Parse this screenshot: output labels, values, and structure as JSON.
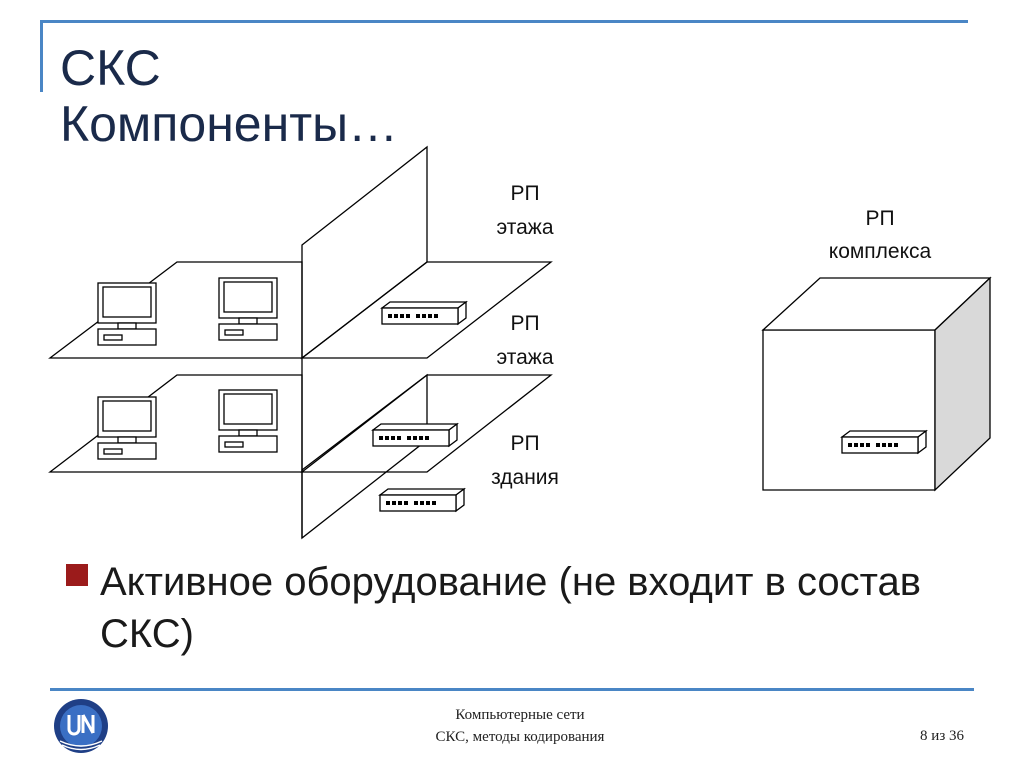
{
  "slide": {
    "title_line1": "СКС",
    "title_line2": "Компоненты…"
  },
  "diagram": {
    "labels": {
      "rp_floor_top_1": "РП",
      "rp_floor_top_2": "этажа",
      "rp_floor_mid_1": "РП",
      "rp_floor_mid_2": "этажа",
      "rp_building_1": "РП",
      "rp_building_2": "здания",
      "rp_complex_1": "РП",
      "rp_complex_2": "комплекса"
    }
  },
  "bullet": {
    "text": "Активное оборудование (не входит в состав СКС)"
  },
  "footer": {
    "line1": "Компьютерные сети",
    "line2": "СКС, методы кодирования",
    "page": "8 из 36"
  },
  "colors": {
    "accent": "#4a86c5",
    "bullet": "#9b1b1b",
    "title": "#1a2a4a"
  },
  "icons": [
    "computer-icon",
    "switch-icon",
    "university-logo-icon"
  ]
}
